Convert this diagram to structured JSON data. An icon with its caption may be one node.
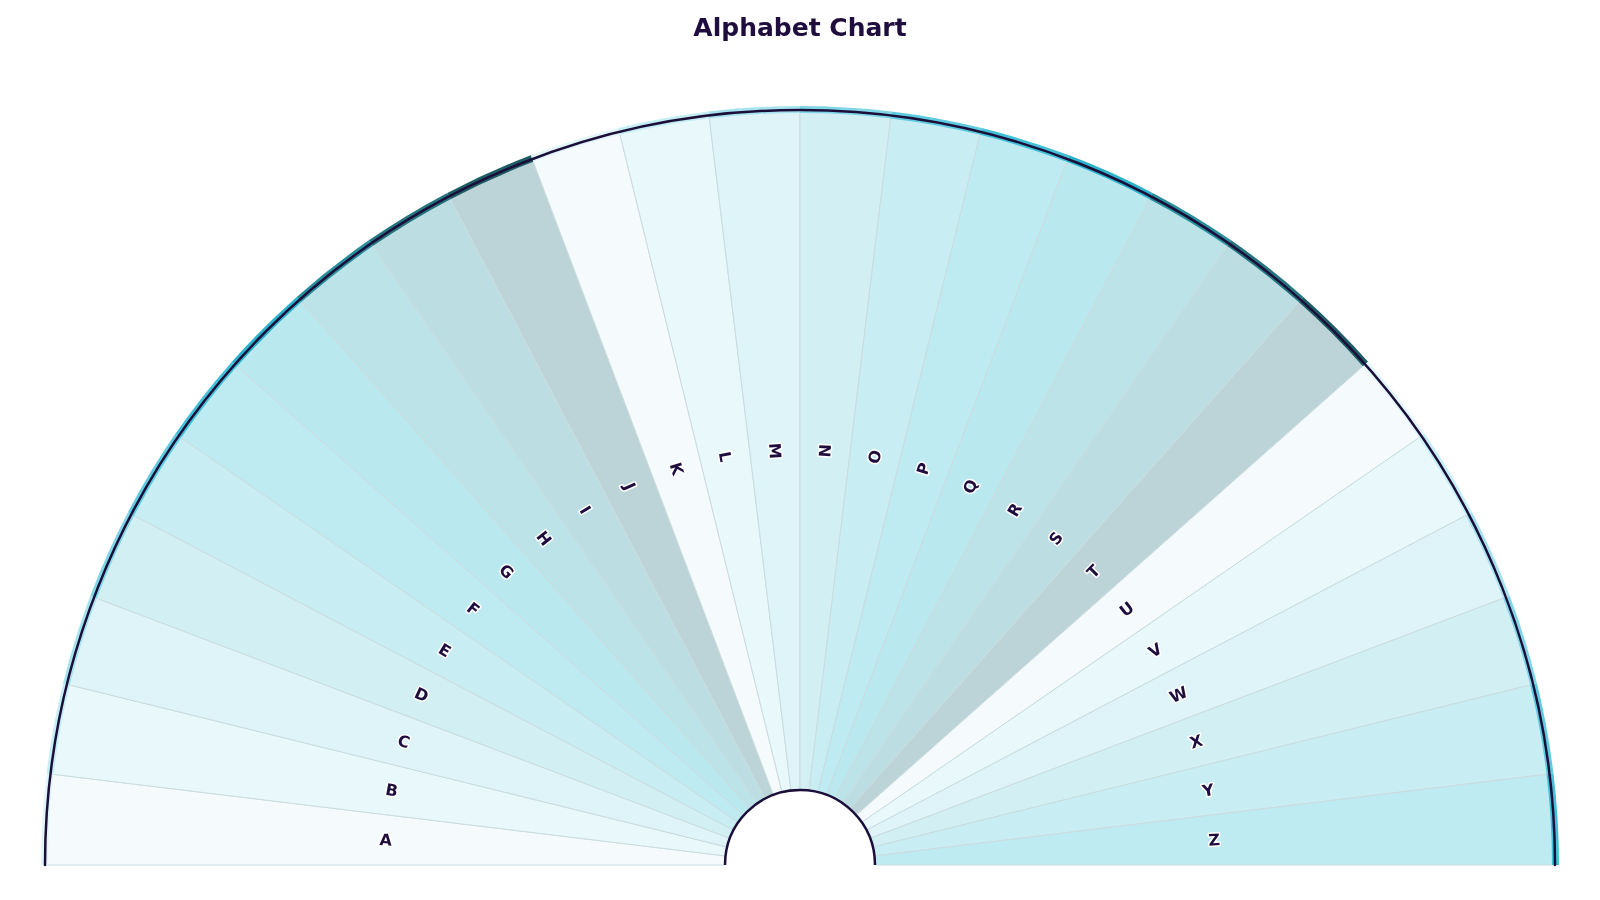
{
  "diagram": {
    "title": "Alphabet Chart",
    "nodes": [
      {
        "text": [
          "A"
        ]
      },
      {
        "text": [
          "B"
        ]
      },
      {
        "text": [
          "C"
        ]
      },
      {
        "text": [
          "D"
        ]
      },
      {
        "text": [
          "E"
        ]
      },
      {
        "text": [
          "F"
        ]
      },
      {
        "text": [
          "G"
        ]
      },
      {
        "text": [
          "H"
        ]
      },
      {
        "text": [
          "I"
        ]
      },
      {
        "text": [
          "J"
        ]
      },
      {
        "text": [
          "K"
        ]
      },
      {
        "text": [
          "L"
        ]
      },
      {
        "text": [
          "M"
        ]
      },
      {
        "text": [
          "N"
        ]
      },
      {
        "text": [
          "O"
        ]
      },
      {
        "text": [
          "P"
        ]
      },
      {
        "text": [
          "Q"
        ]
      },
      {
        "text": [
          "R"
        ]
      },
      {
        "text": [
          "S"
        ]
      },
      {
        "text": [
          "T"
        ]
      },
      {
        "text": [
          "U"
        ]
      },
      {
        "text": [
          "V"
        ]
      },
      {
        "text": [
          "W"
        ]
      },
      {
        "text": [
          "X"
        ]
      },
      {
        "text": [
          "Y"
        ]
      },
      {
        "text": [
          "Z"
        ]
      }
    ]
  }
}
